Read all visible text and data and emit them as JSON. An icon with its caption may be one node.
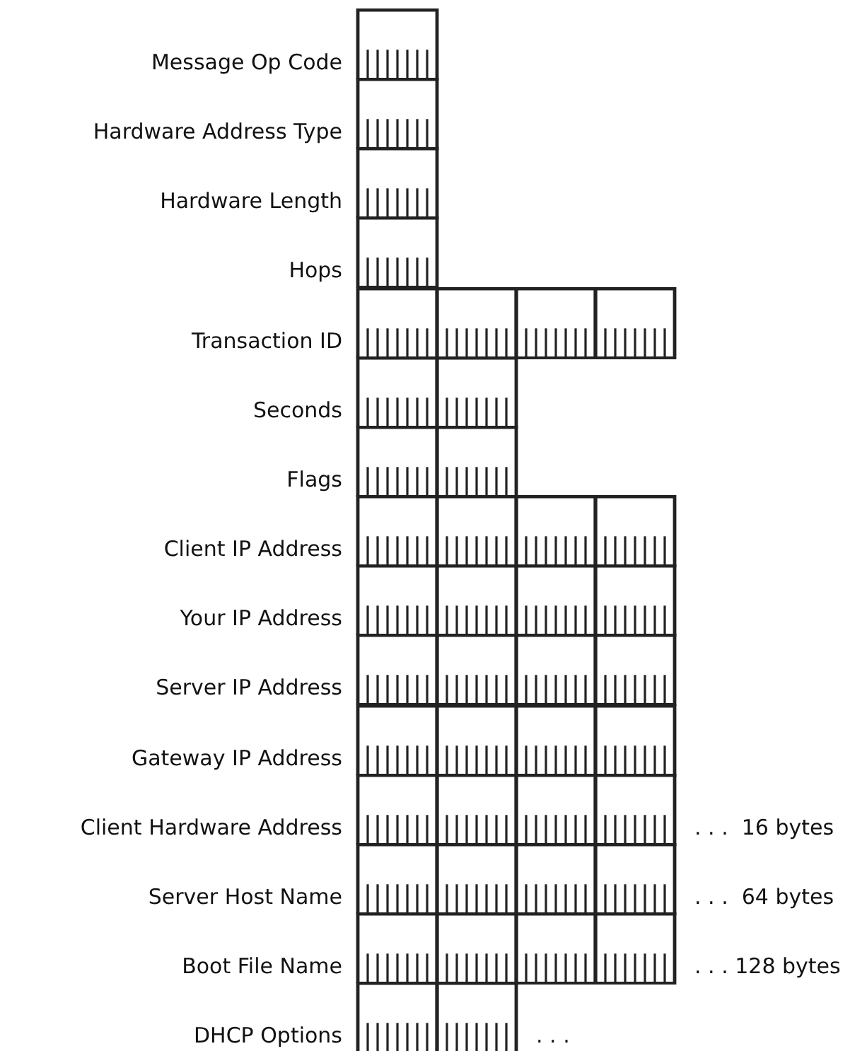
{
  "diagram": {
    "nodes": [
      {
        "text": [
          "Message Op Code"
        ]
      },
      {
        "text": [
          "Hardware Address Type"
        ]
      },
      {
        "text": [
          "Hardware Length"
        ]
      },
      {
        "text": [
          "Hops"
        ]
      },
      {
        "text": [
          "Transaction ID"
        ]
      },
      {
        "text": [
          "Seconds"
        ]
      },
      {
        "text": [
          "Flags"
        ]
      },
      {
        "text": [
          "Client IP Address"
        ]
      },
      {
        "text": [
          "Your IP Address"
        ]
      },
      {
        "text": [
          "Server IP Address"
        ]
      },
      {
        "text": [
          "Gateway IP Address"
        ]
      },
      {
        "text": [
          "Client Hardware Address"
        ],
        "beside": [
          ". . .  16 bytes"
        ]
      },
      {
        "text": [
          "Server Host Name"
        ],
        "beside": [
          ". . .  64 bytes"
        ]
      },
      {
        "text": [
          "Boot File Name"
        ],
        "beside": [
          ". . . 128 bytes"
        ]
      },
      {
        "text": [
          "DHCP Options"
        ],
        "beside": [
          ". . ."
        ]
      }
    ]
  }
}
